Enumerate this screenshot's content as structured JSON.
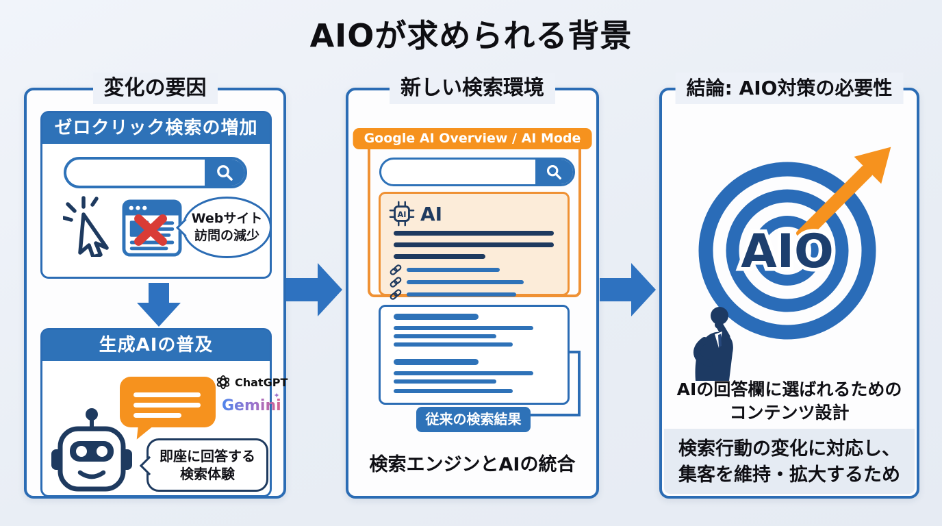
{
  "title": "AIOが求められる背景",
  "colors": {
    "blue": "#2e72b8",
    "border_blue": "#2b6cb4",
    "navy": "#1e3a5f",
    "orange": "#f6921e",
    "cream": "#fcecd9",
    "red": "#d93c36",
    "page_background": "#edf1f8",
    "footer_background": "#e5ebf3"
  },
  "icons": {
    "search": "magnifier-icon",
    "cursor": "mouse-pointer-click-icon",
    "blocked_site": "browser-with-red-x-icon",
    "robot": "robot-face-icon",
    "chatgpt": "openai-knot-icon",
    "gemini_spark": "sparkle-icon",
    "ai_chip": "ai-chip-icon",
    "link": "chain-link-icon",
    "flow": "right-arrow-icon",
    "down": "down-arrow-icon",
    "target": "bullseye-icon",
    "growth": "up-right-arrow-icon",
    "person": "thinking-businessman-icon"
  },
  "panels": {
    "change": {
      "title": "変化の要因",
      "zero_click": {
        "header": "ゼロクリック検索の増加",
        "bubble": {
          "line1": "Webサイト",
          "line2": "訪問の減少"
        }
      },
      "gen_ai": {
        "header": "生成AIの普及",
        "chatgpt_label": "ChatGPT",
        "gemini_label": "Gemini",
        "bubble": {
          "line1": "即座に回答する",
          "line2": "検索体験"
        }
      }
    },
    "environment": {
      "title": "新しい検索環境",
      "tab": "Google AI Overview / AI Mode",
      "ai_label": "AI",
      "results_label": "従来の検索結果",
      "caption": "検索エンジンとAIの統合"
    },
    "conclusion": {
      "title": "結論: AIO対策の必要性",
      "target_label": "AIO",
      "message": {
        "line1": "AIの回答欄に選ばれるための",
        "line2": "コンテンツ設計"
      },
      "footer": {
        "line1": "検索行動の変化に対応し、",
        "line2": "集客を維持・拡大するため"
      }
    }
  }
}
